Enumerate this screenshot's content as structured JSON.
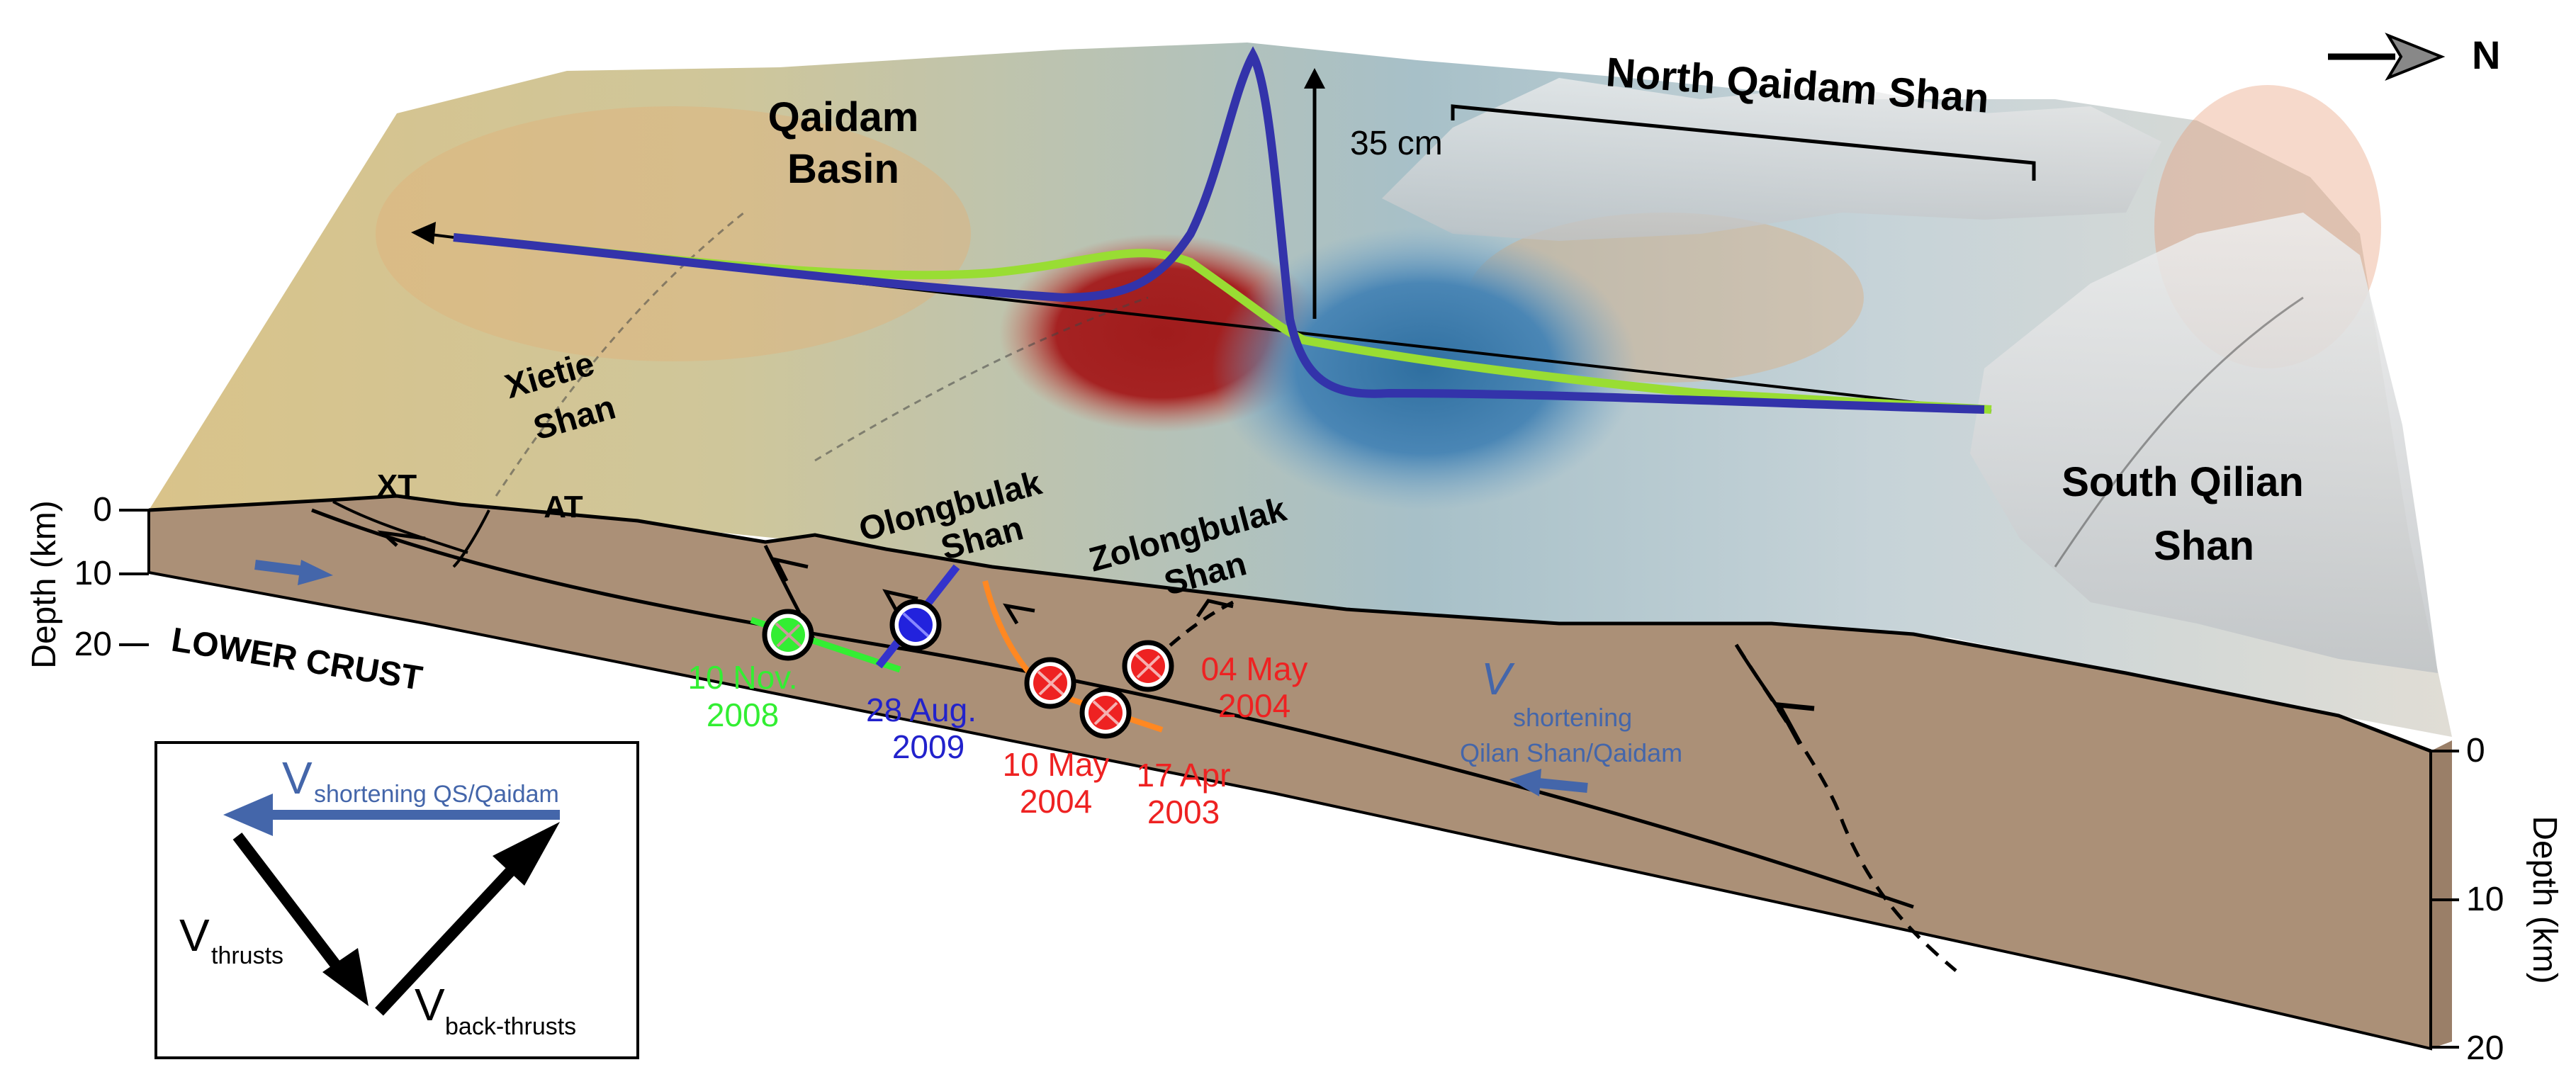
{
  "orientation": {
    "north_label": "N"
  },
  "places": {
    "qaidam_basin": [
      "Qaidam",
      "Basin"
    ],
    "north_qaidam_shan": "North Qaidam Shan",
    "xietie_shan": [
      "Xietie",
      "Shan"
    ],
    "olongbulak_shan": [
      "Olongbulak",
      "Shan"
    ],
    "zolongbulak_shan": [
      "Zolongbulak",
      "Shan"
    ],
    "south_qilian_shan": [
      "South Qilian",
      "Shan"
    ],
    "lower_crust": "LOWER CRUST",
    "fault_xt": "XT",
    "fault_at": "AT"
  },
  "profile": {
    "scale_label": "35 cm"
  },
  "depth_axis_left": {
    "label": "Depth (km)",
    "ticks": [
      "0",
      "10",
      "20"
    ]
  },
  "depth_axis_right": {
    "label": "Depth (km)",
    "ticks": [
      "0",
      "10",
      "20"
    ]
  },
  "earthquakes": [
    {
      "date": "10 Nov.",
      "year": "2008",
      "color": "#33ee33"
    },
    {
      "date": "28 Aug.",
      "year": "2009",
      "color": "#2222dd"
    },
    {
      "date": "10 May",
      "year": "2004",
      "color": "#ee2222"
    },
    {
      "date": "17 Apr",
      "year": "2003",
      "color": "#ee2222"
    },
    {
      "date": "04 May",
      "year": "2004",
      "color": "#ee2222"
    }
  ],
  "shortening": {
    "symbol": "V",
    "sub_line1": "shortening",
    "sub_line2": "Qilan Shan/Qaidam",
    "color": "#4466aa"
  },
  "inset": {
    "v_symbol": "V",
    "shortening_sub": "shortening QS/Qaidam",
    "thrusts_sub": "thrusts",
    "backthrusts_sub": "back-thrusts"
  },
  "colors": {
    "crust": "#ab9077",
    "uplift": "#a01c1c",
    "subsidence": "#3a7ca8",
    "profile_blue": "#3333aa",
    "profile_green": "#99dd33",
    "rupture_orange": "#ff8822",
    "arrow_blue": "#4466aa"
  }
}
